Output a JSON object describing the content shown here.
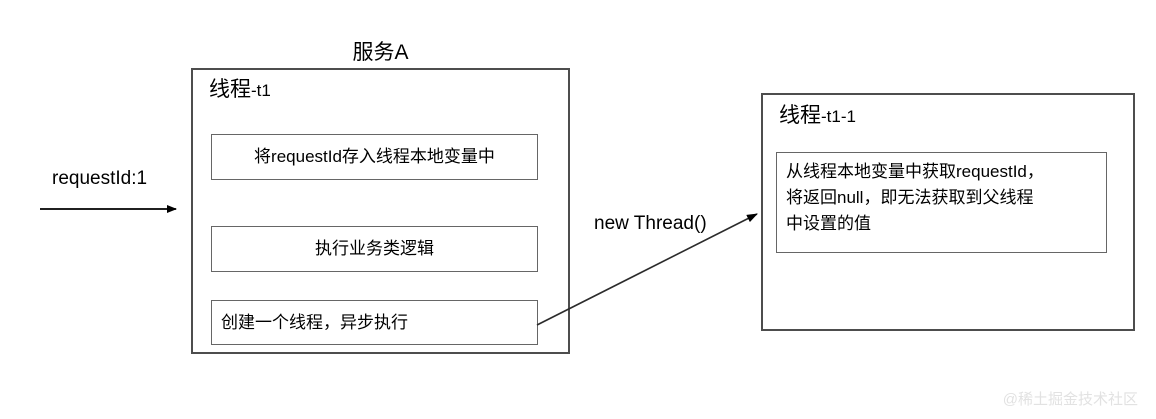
{
  "diagram": {
    "service_title": "服务A",
    "watermark": "@稀土掘金技术社区",
    "left_panel": {
      "label_main": "线程",
      "label_suffix": "-t1",
      "steps": [
        {
          "text": "将requestId存入线程本地变量中",
          "align": "center"
        },
        {
          "text": "执行业务类逻辑",
          "align": "center"
        },
        {
          "text": "创建一个线程，异步执行",
          "align": "left"
        }
      ]
    },
    "right_panel": {
      "label_main": "线程",
      "label_suffix": "-t1-1",
      "note_lines": [
        "从线程本地变量中获取requestId，",
        "将返回null，即无法获取到父线程",
        "中设置的值"
      ]
    },
    "edges": {
      "incoming_request": "requestId:1",
      "new_thread": "new Thread()"
    },
    "colors": {
      "stroke_outer": "#4d4d4d",
      "stroke_inner": "#666666",
      "arrow": "#000000",
      "text": "#000000",
      "watermark": "#e2e2e2",
      "background": "#ffffff"
    }
  }
}
